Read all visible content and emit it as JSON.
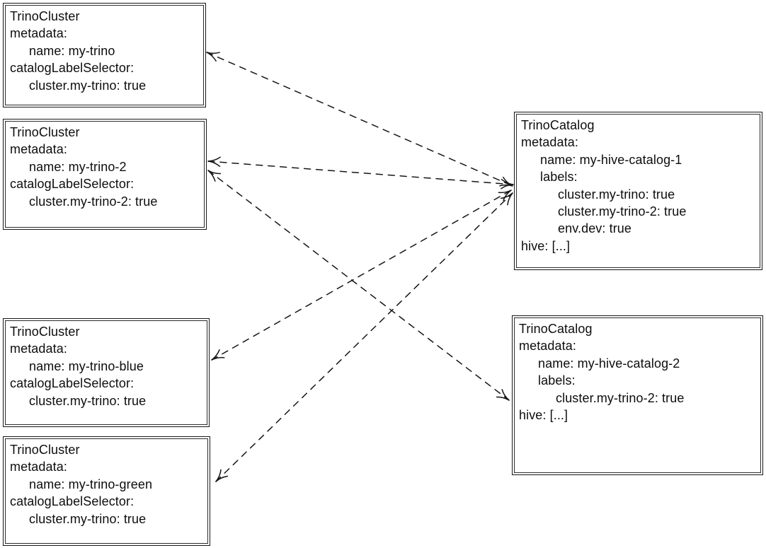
{
  "diagram": {
    "background_color": "#ffffff",
    "stroke_color": "#161616",
    "nodes": [
      {
        "id": "my-trino",
        "kind": "TrinoCluster",
        "lines": [
          "TrinoCluster",
          "metadata:",
          "name: my-trino",
          "catalogLabelSelector:",
          "cluster.my-trino: true"
        ]
      },
      {
        "id": "my-trino-2",
        "kind": "TrinoCluster",
        "lines": [
          "TrinoCluster",
          "metadata:",
          "name: my-trino-2",
          "catalogLabelSelector:",
          "cluster.my-trino-2: true"
        ]
      },
      {
        "id": "my-trino-blue",
        "kind": "TrinoCluster",
        "lines": [
          "TrinoCluster",
          "metadata:",
          "name: my-trino-blue",
          "catalogLabelSelector:",
          "cluster.my-trino: true"
        ]
      },
      {
        "id": "my-trino-green",
        "kind": "TrinoCluster",
        "lines": [
          "TrinoCluster",
          "metadata:",
          "name: my-trino-green",
          "catalogLabelSelector:",
          "cluster.my-trino: true"
        ]
      },
      {
        "id": "my-hive-catalog-1",
        "kind": "TrinoCatalog",
        "lines": [
          "TrinoCatalog",
          "metadata:",
          "name: my-hive-catalog-1",
          "labels:",
          "cluster.my-trino: true",
          "cluster.my-trino-2: true",
          "env.dev: true",
          "hive: [...]"
        ]
      },
      {
        "id": "my-hive-catalog-2",
        "kind": "TrinoCatalog",
        "lines": [
          "TrinoCatalog",
          "metadata:",
          "name: my-hive-catalog-2",
          "labels:",
          "cluster.my-trino-2: true",
          "hive: [...]"
        ]
      }
    ],
    "edges": [
      {
        "from": "my-trino",
        "to": "my-hive-catalog-1",
        "style": "dashed",
        "arrowheads": "both"
      },
      {
        "from": "my-trino-2",
        "to": "my-hive-catalog-1",
        "style": "dashed",
        "arrowheads": "both"
      },
      {
        "from": "my-trino-blue",
        "to": "my-hive-catalog-1",
        "style": "dashed",
        "arrowheads": "both"
      },
      {
        "from": "my-trino-green",
        "to": "my-hive-catalog-1",
        "style": "dashed",
        "arrowheads": "both"
      },
      {
        "from": "my-trino-2",
        "to": "my-hive-catalog-2",
        "style": "dashed",
        "arrowheads": "both"
      }
    ]
  }
}
